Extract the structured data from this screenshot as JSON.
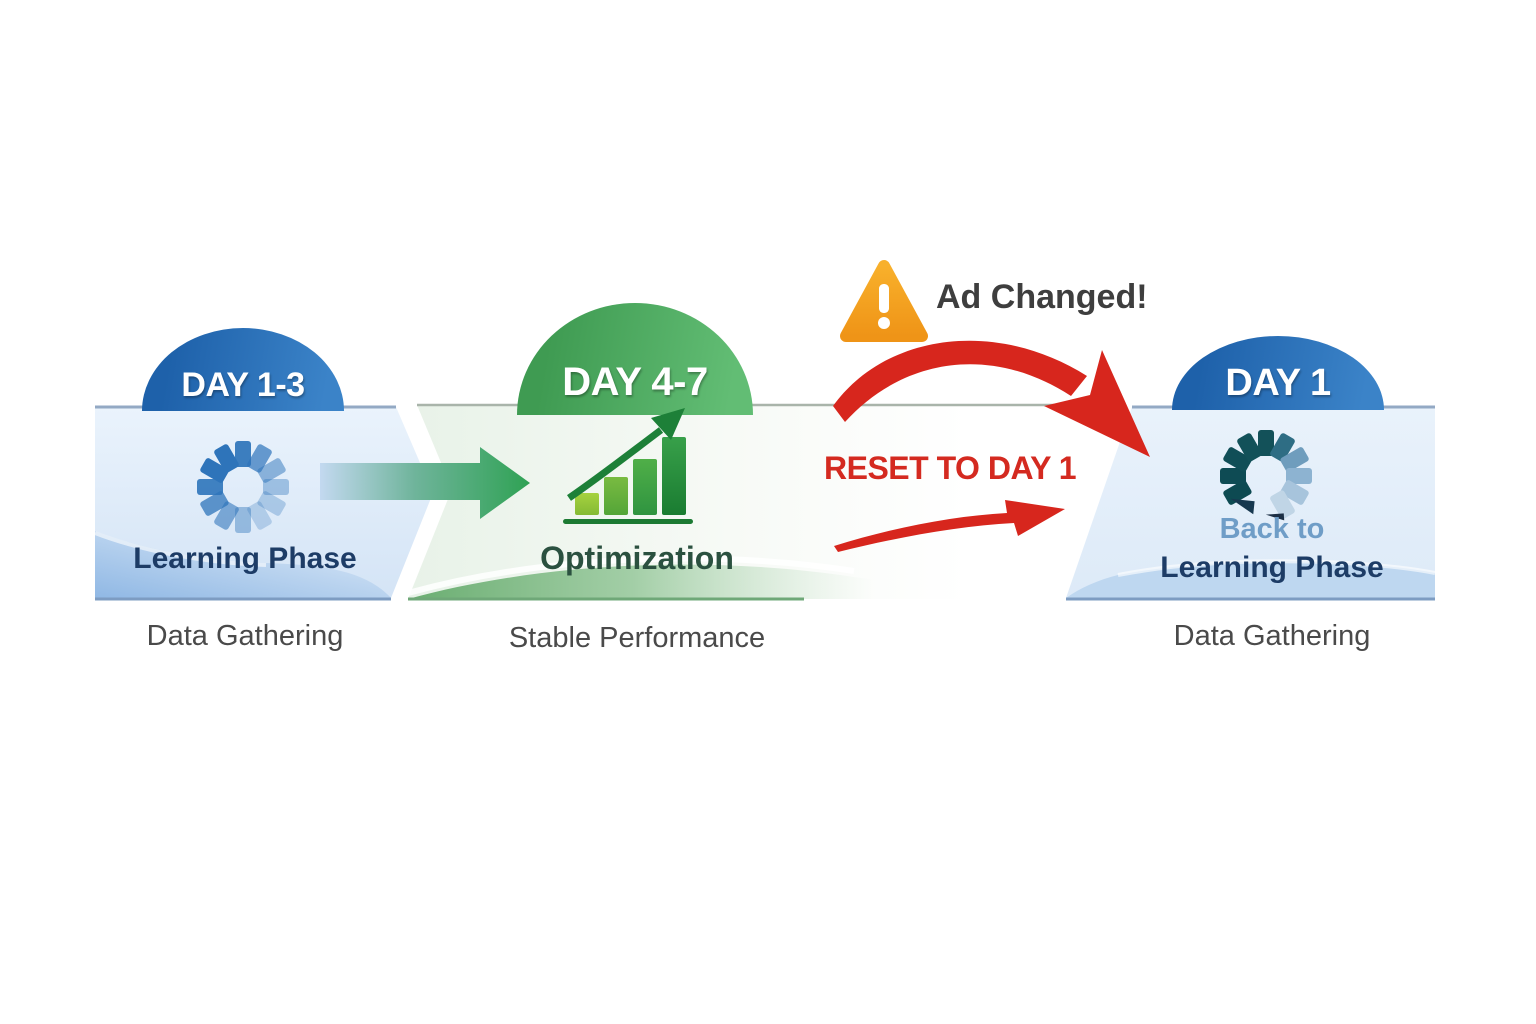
{
  "diagram": {
    "stages": [
      {
        "badge": "DAY 1-3",
        "title": "Learning Phase",
        "caption": "Data Gathering",
        "icon": "loading-spinner-icon",
        "theme_color": "#2470b8"
      },
      {
        "badge": "DAY 4-7",
        "title": "Optimization",
        "caption": "Stable Performance",
        "icon": "growth-bar-chart-icon",
        "theme_color": "#47a55c"
      },
      {
        "badge": "DAY 1",
        "title_prefix": "Back to",
        "title": "Learning Phase",
        "caption": "Data Gathering",
        "icon": "loading-spinner-icon",
        "theme_color": "#2470b8"
      }
    ],
    "annotations": {
      "alert": "Ad Changed!",
      "alert_icon": "warning-triangle-icon",
      "reset": "RESET TO DAY 1",
      "reset_icon": "curved-red-arrow-icon"
    },
    "colors": {
      "arch_blue": "#2470b8",
      "arch_green": "#47a55c",
      "reset_red": "#d7261d",
      "alert_orange": "#f5a41f",
      "panel_blue": "#dcebf9",
      "panel_green": "#eaf3ea"
    }
  }
}
